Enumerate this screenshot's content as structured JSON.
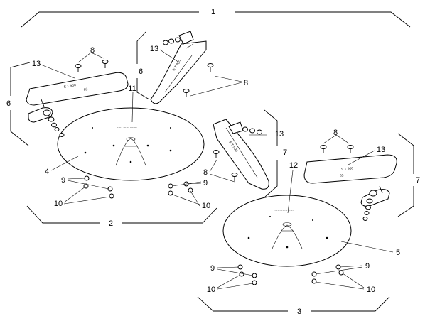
{
  "diagram": {
    "callouts": {
      "c1": "1",
      "c2": "2",
      "c3": "3",
      "c4": "4",
      "c5": "5",
      "c6a": "6",
      "c6b": "6",
      "c7a": "7",
      "c7b": "7",
      "c8a": "8",
      "c8b": "8",
      "c8c": "8",
      "c8d": "8",
      "c9a": "9",
      "c9b": "9",
      "c9c": "9",
      "c9d": "9",
      "c10a": "10",
      "c10b": "10",
      "c10c": "10",
      "c10d": "10",
      "c11": "11",
      "c12": "12",
      "c13a": "13",
      "c13b": "13",
      "c13c": "13",
      "c13d": "13"
    },
    "imprints": {
      "blade_code": "S T 900",
      "blade_mark": "63",
      "disc_label": "..... ...... .......",
      "disc_label2": "..... ...... ......."
    }
  }
}
